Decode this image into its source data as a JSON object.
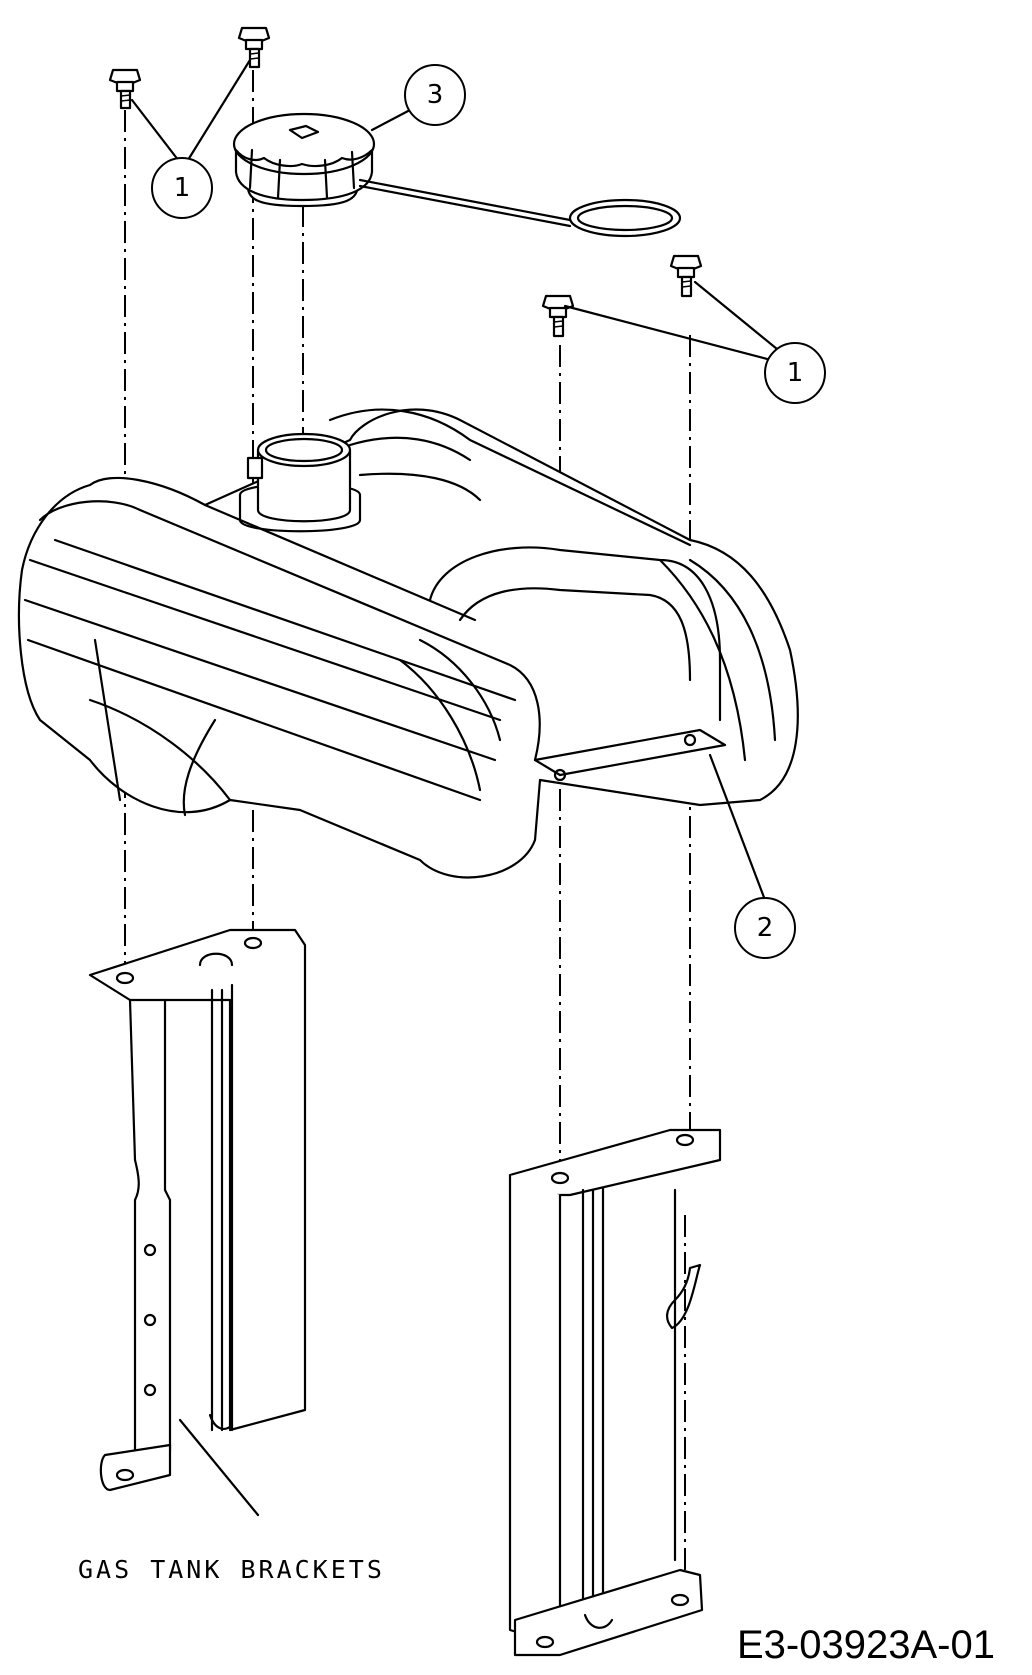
{
  "callouts": [
    {
      "id": "1a",
      "number": "1"
    },
    {
      "id": "1b",
      "number": "1"
    },
    {
      "id": "2",
      "number": "2"
    },
    {
      "id": "3",
      "number": "3"
    }
  ],
  "label": {
    "gas_tank_brackets": "GAS TANK BRACKETS"
  },
  "drawing_code": "E3-03923A-01"
}
